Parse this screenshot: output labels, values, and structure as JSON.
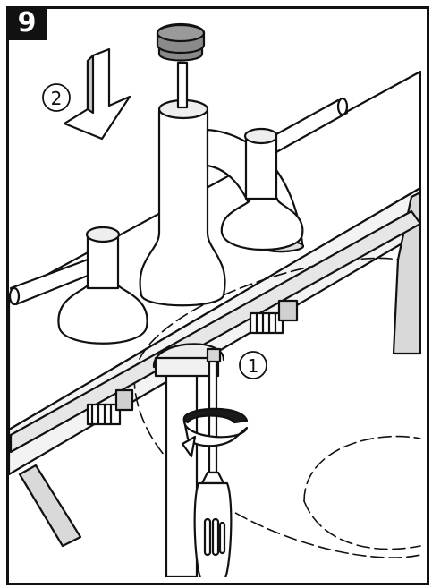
{
  "step_number": "9",
  "callouts": [
    {
      "id": "callout-1",
      "text": "1"
    },
    {
      "id": "callout-2",
      "text": "2"
    }
  ],
  "colors": {
    "ink": "#111111",
    "metal": "#e8e8e8",
    "shadow": "#bdbdbd",
    "knob": "#8a8a8a"
  }
}
